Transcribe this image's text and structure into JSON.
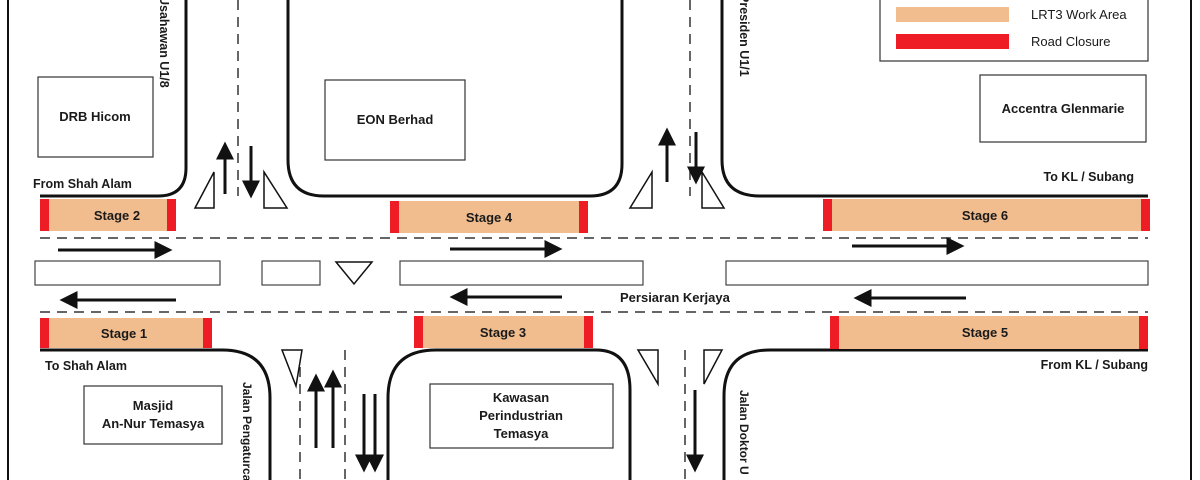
{
  "legend": {
    "items": [
      {
        "label": "LRT3 Work Area",
        "color": "#f1bd8f"
      },
      {
        "label": "Road Closure",
        "color": "#ee1c24"
      }
    ]
  },
  "stages": {
    "s1": "Stage 1",
    "s2": "Stage 2",
    "s3": "Stage 3",
    "s4": "Stage 4",
    "s5": "Stage 5",
    "s6": "Stage 6"
  },
  "buildings": {
    "drb": "DRB Hicom",
    "eon": "EON Berhad",
    "accentra": "Accentra Glenmarie",
    "masjid": [
      "Masjid",
      "An-Nur Temasya"
    ],
    "kawasan": [
      "Kawasan",
      "Perindustrian",
      "Temasya"
    ]
  },
  "directions": {
    "from_shah_alam": "From Shah Alam",
    "to_shah_alam": "To Shah Alam",
    "to_kl": "To KL / Subang",
    "from_kl": "From  KL / Subang"
  },
  "roads": {
    "main": "Persiaran Kerjaya",
    "usahawan": "Usahawan U1/8",
    "presiden": "Presiden U1/1",
    "pengaturcara": "Jalan Pengaturcara",
    "doktor": "Jalan Doktor U"
  },
  "colors": {
    "work_area": "#f1bd8f",
    "closure": "#ee1c24",
    "ink": "#111111"
  }
}
